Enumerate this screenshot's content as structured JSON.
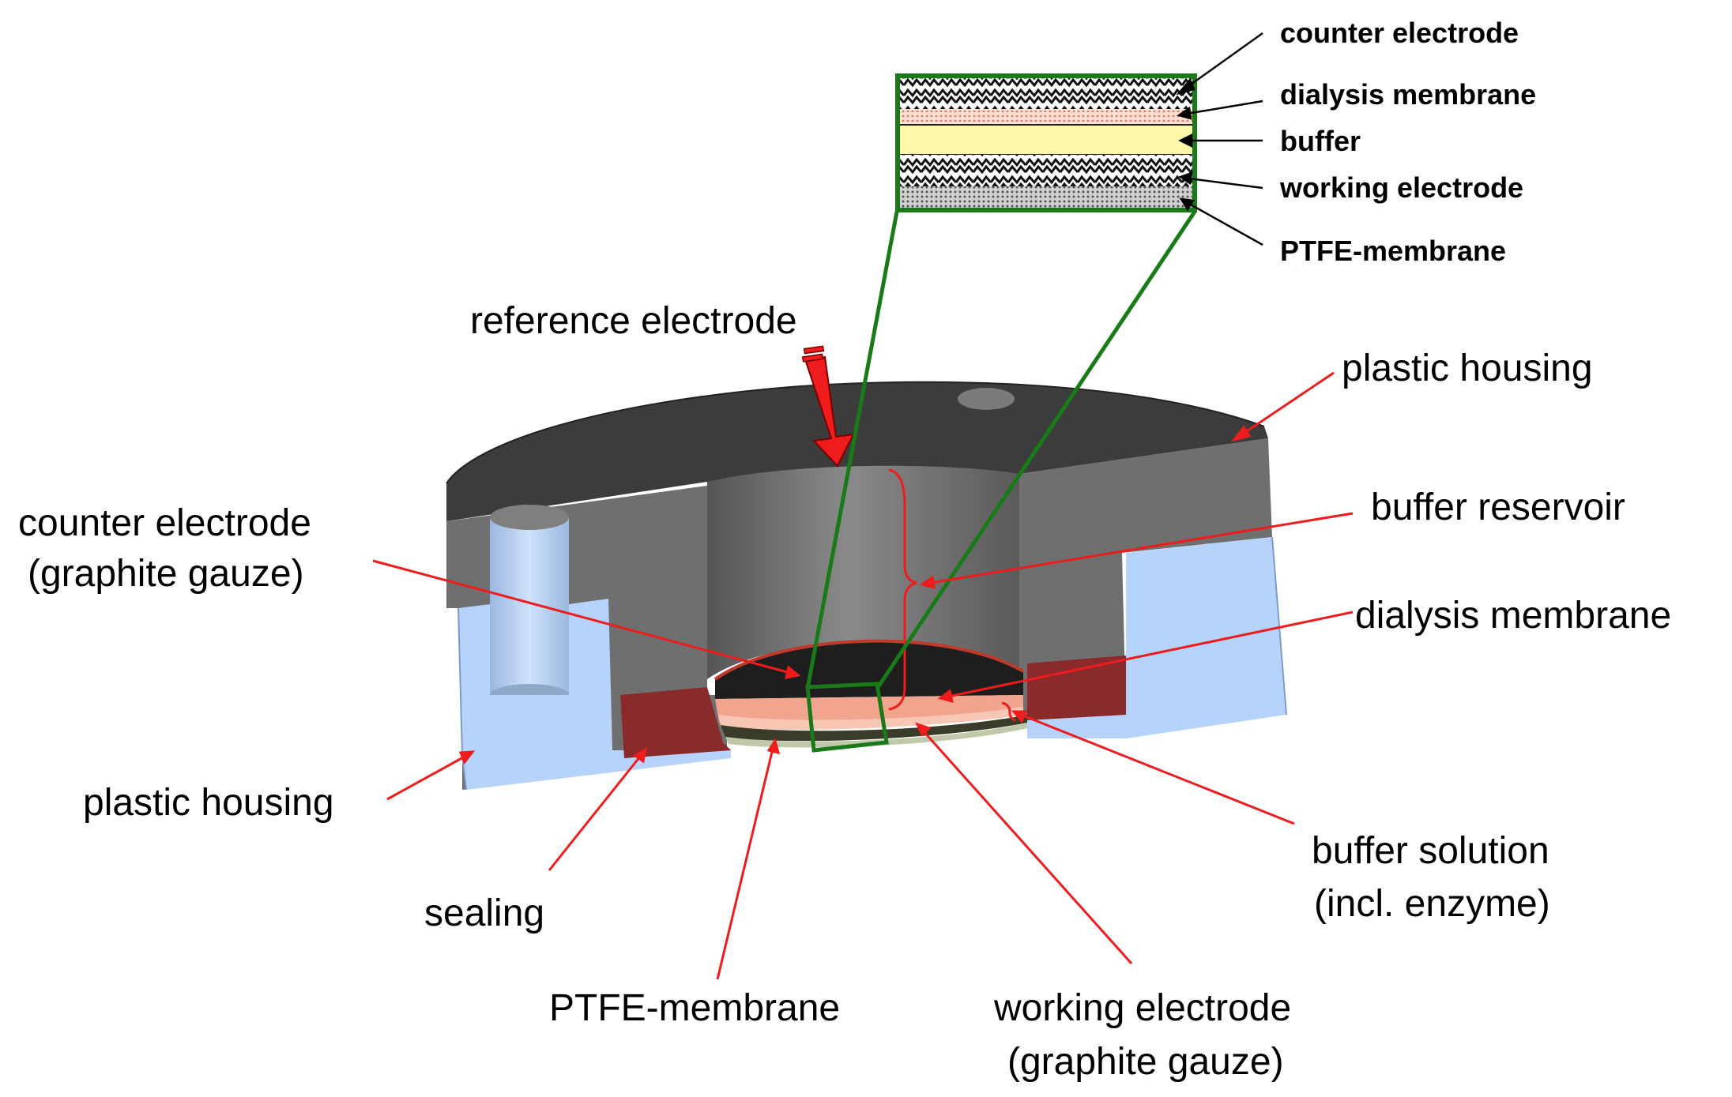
{
  "inset_labels": {
    "counter_electrode": "counter electrode",
    "dialysis_membrane": "dialysis membrane",
    "buffer": "buffer",
    "working_electrode": "working electrode",
    "ptfe_membrane": "PTFE-membrane"
  },
  "labels": {
    "reference_electrode": "reference electrode",
    "plastic_housing_top": "plastic housing",
    "buffer_reservoir": "buffer reservoir",
    "counter_electrode_line1": "counter electrode",
    "counter_electrode_line2": "(graphite gauze)",
    "dialysis_membrane": "dialysis membrane",
    "plastic_housing_left": "plastic housing",
    "buffer_solution_line1": "buffer solution",
    "buffer_solution_line2": "(incl. enzyme)",
    "sealing": "sealing",
    "ptfe_membrane": "PTFE-membrane",
    "working_electrode_line1": "working electrode",
    "working_electrode_line2": "(graphite gauze)"
  },
  "colors": {
    "housing_dark": "#3c3c3c",
    "housing_gray": "#6f6f6f",
    "housing_blue": "#b5d3fb",
    "sealing": "#8b2a2a",
    "buffer": "#fdf7a8",
    "dialysis": "#f2a58e",
    "inset_frame": "#1a7a1a",
    "pointer": "#ee1c1c"
  }
}
